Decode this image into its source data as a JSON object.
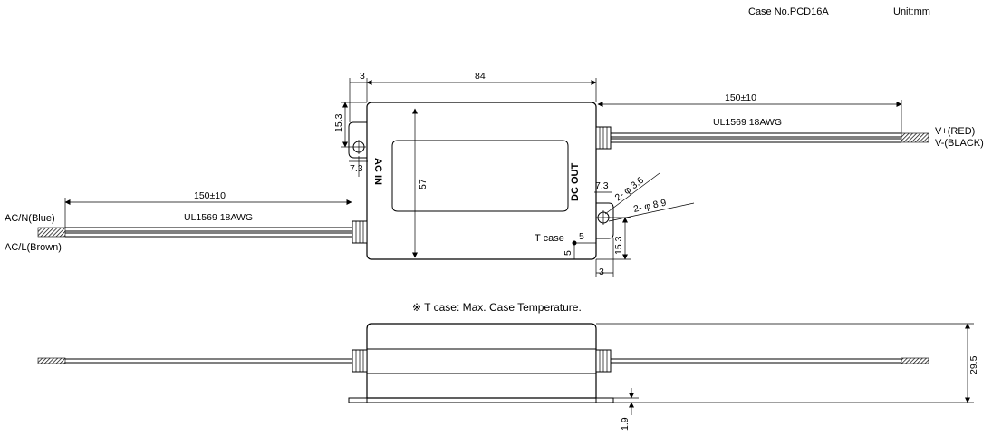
{
  "header": {
    "case_no": "Case No.PCD16A",
    "unit": "Unit:mm"
  },
  "top_view": {
    "dims": {
      "flange": "3",
      "length": "84",
      "width": "57",
      "hole_v": "15.3",
      "hole_h": "7.3",
      "out_len": "150±10",
      "in_len": "150±10",
      "hole_h2": "7.3",
      "hole_v2": "15.3",
      "flange2": "3",
      "tcase_x": "5",
      "tcase_y": "5"
    },
    "labels": {
      "out_cable": "UL1569 18AWG",
      "in_cable": "UL1569 18AWG",
      "v_plus": "V+(RED)",
      "v_minus": "V-(BLACK)",
      "ac_n": "AC/N(Blue)",
      "ac_l": "AC/L(Brown)",
      "ac_in": "AC IN",
      "dc_out": "DC OUT",
      "hole_small": "2- φ 3.6",
      "hole_large": "2- φ 8.9",
      "tcase": "T case"
    }
  },
  "note": "※ T case: Max. Case Temperature.",
  "side_view": {
    "dims": {
      "height": "29.5",
      "flange_t": "1.9"
    }
  }
}
